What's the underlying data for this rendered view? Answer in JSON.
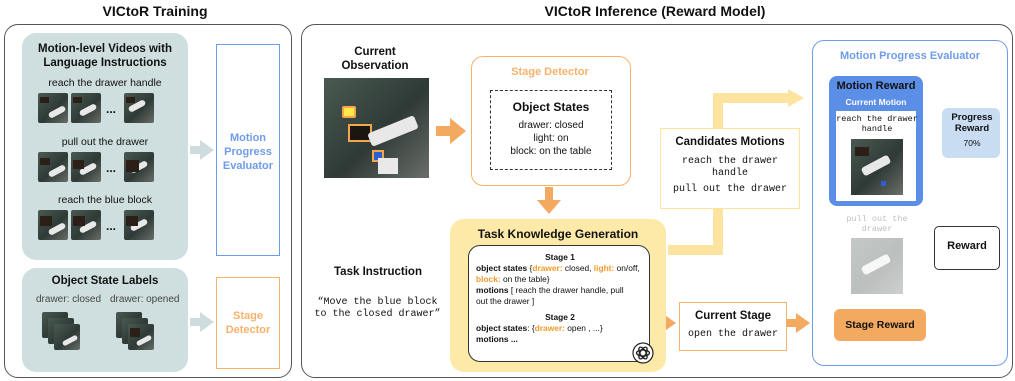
{
  "training": {
    "title": "VICtoR Training",
    "motion_videos": {
      "title_line1": "Motion-level Videos with",
      "title_line2": "Language Instructions",
      "rows": [
        {
          "caption": "reach the drawer handle",
          "ellipsis": "..."
        },
        {
          "caption": "pull out the drawer",
          "ellipsis": "..."
        },
        {
          "caption": "reach the blue block",
          "ellipsis": "..."
        }
      ]
    },
    "object_states": {
      "title": "Object State Labels",
      "label_closed": "drawer: closed",
      "label_opened": "drawer: opened"
    },
    "mpe_label_line1": "Motion",
    "mpe_label_line2": "Progress",
    "mpe_label_line3": "Evaluator",
    "sd_label_line1": "Stage",
    "sd_label_line2": "Detector"
  },
  "inference": {
    "title": "VICtoR Inference (Reward Model)",
    "current_observation_line1": "Current",
    "current_observation_line2": "Observation",
    "stage_detector": {
      "title": "Stage Detector",
      "object_states_title": "Object States",
      "states": [
        "drawer: closed",
        "light: on",
        "block: on the table"
      ]
    },
    "candidates": {
      "title": "Candidates Motions",
      "motion1_line1": "reach the drawer",
      "motion1_line2": "handle",
      "motion2": "pull out the drawer"
    },
    "task_instruction": {
      "title": "Task Instruction",
      "text_line1": "“Move the blue block",
      "text_line2": "to the closed drawer”"
    },
    "task_knowledge": {
      "title": "Task Knowledge Generation",
      "stage1_title": "Stage 1",
      "os_label": "object states",
      "os_open": " {",
      "kw_drawer": "drawer:",
      "val_drawer": " closed, ",
      "kw_light": "light:",
      "val_light": " on/off, ",
      "kw_block": "block:",
      "val_block": " on the table}",
      "motions_label": "motions",
      "motions_text_line1": " [ reach the drawer handle, pull",
      "motions_text_line2": "out the drawer ]",
      "stage2_title": "Stage 2",
      "os2_label": "object states",
      "os2_open": ": {",
      "kw_drawer2": "drawer:",
      "val_drawer2": " open , ...}",
      "motions2": "motions ..."
    },
    "current_stage": {
      "title": "Current Stage",
      "value": "open the drawer"
    },
    "mpe": {
      "title": "Motion Progress Evaluator",
      "motion_reward_title": "Motion Reward",
      "current_motion": "Current Motion",
      "current_text_line1": "reach the drawer",
      "current_text_line2": "handle",
      "progress_title_line1": "Progress",
      "progress_title_line2": "Reward",
      "progress_value": "70%",
      "faded_line1": "pull out the",
      "faded_line2": "drawer",
      "reward": "Reward",
      "stage_reward": "Stage Reward"
    }
  },
  "colors": {
    "blue": "#6f9ce8",
    "blue_dark": "#5b8ee6",
    "orange": "#f5b26b",
    "orange_fill": "#f4a961",
    "yellow": "#fde9a8",
    "green": "#cfdfe0"
  }
}
